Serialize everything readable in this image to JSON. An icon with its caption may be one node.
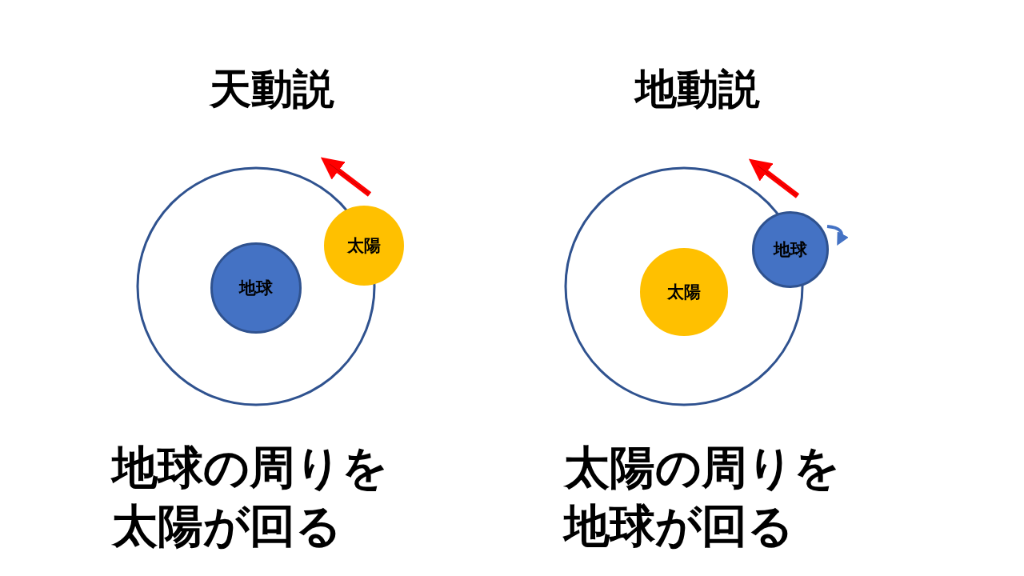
{
  "diagram": {
    "nodes": [
      {
        "text": [
          "太陽"
        ]
      },
      {
        "text": [
          "地球"
        ]
      },
      {
        "text": [
          "地球"
        ]
      },
      {
        "text": [
          "太陽"
        ]
      }
    ],
    "labels": [
      "天動説",
      "地動説",
      "地球の周りを太陽が回る",
      "太陽の周りを地球が回る"
    ]
  }
}
